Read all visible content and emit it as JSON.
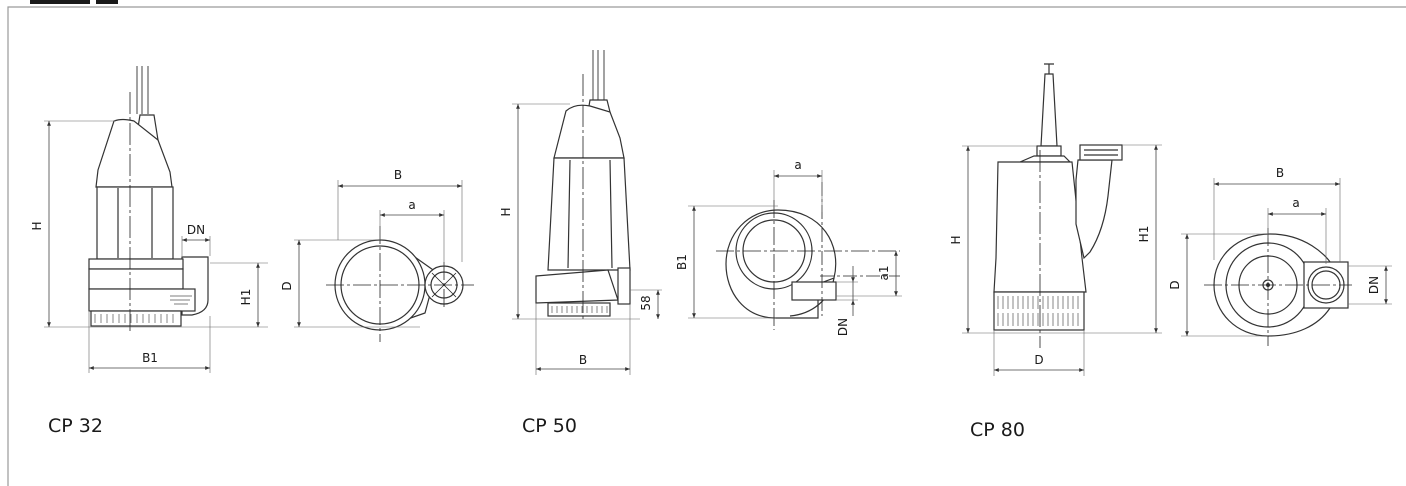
{
  "colors": {
    "line": "#333333",
    "text": "#1a1a1a",
    "frame": "#9a9a9a",
    "background": "#ffffff"
  },
  "models": [
    {
      "caption": "CP 32",
      "side_labels": [
        "H",
        "DN",
        "H1",
        "B1"
      ],
      "plan_labels": [
        "B",
        "a",
        "D"
      ]
    },
    {
      "caption": "CP 50",
      "side_labels": [
        "H",
        "58",
        "B"
      ],
      "plan_labels": [
        "a",
        "B1",
        "a1",
        "DN"
      ]
    },
    {
      "caption": "CP 80",
      "side_labels": [
        "H",
        "H1",
        "D"
      ],
      "plan_labels": [
        "B",
        "a",
        "D",
        "DN"
      ]
    }
  ]
}
